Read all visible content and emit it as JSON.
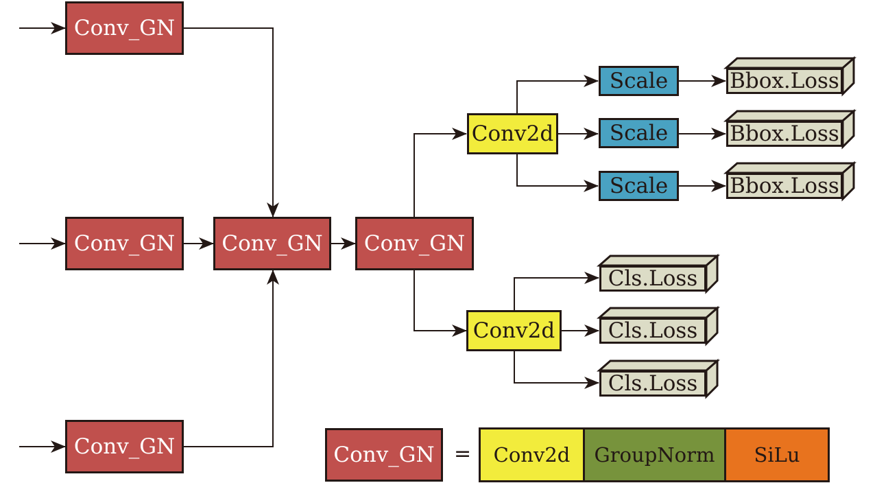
{
  "diagram": {
    "conv_gn_label": "Conv_GN",
    "conv2d_label": "Conv2d",
    "scale_label": "Scale",
    "bbox_loss_label": "Bbox.Loss",
    "cls_loss_label": "Cls.Loss"
  },
  "legend": {
    "lhs_label": "Conv_GN",
    "equals": "=",
    "parts": [
      "Conv2d",
      "GroupNorm",
      "SiLu"
    ]
  },
  "colors": {
    "conv_gn": "#c0504d",
    "conv2d": "#f2ec3c",
    "scale": "#49a2c2",
    "loss": "#dcdcc6",
    "group_norm": "#77933c",
    "silu": "#e8731e",
    "line": "#231815"
  }
}
